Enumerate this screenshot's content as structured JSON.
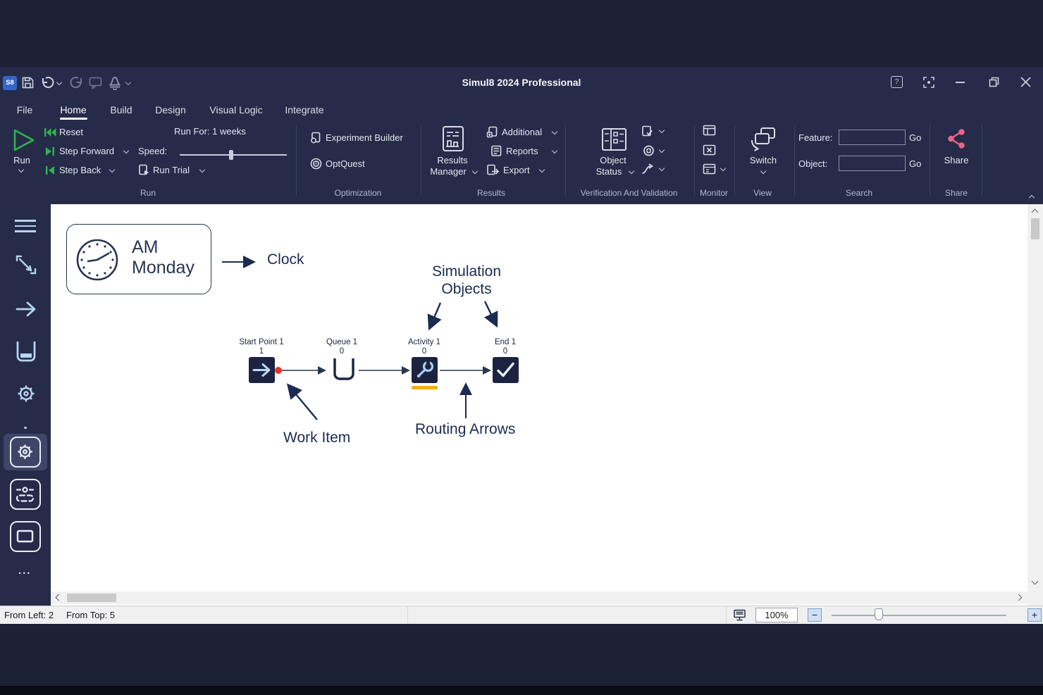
{
  "colors": {
    "chrome_bg": "#262b49",
    "letterbox_bg": "#1c2136",
    "canvas_bg": "#ffffff",
    "accent_green": "#2eb44b",
    "accent_pink": "#ed6488",
    "accent_yellow": "#eeb111",
    "work_item_red": "#e5362b",
    "object_navy": "#1c2340",
    "annotation_navy": "#1c2b52"
  },
  "titlebar": {
    "logo": "S8",
    "title": "Simul8 2024 Professional",
    "help_glyph": "?"
  },
  "menu": {
    "tabs": [
      {
        "label": "File",
        "active": false
      },
      {
        "label": "Home",
        "active": true
      },
      {
        "label": "Build",
        "active": false
      },
      {
        "label": "Design",
        "active": false
      },
      {
        "label": "Visual Logic",
        "active": false
      },
      {
        "label": "Integrate",
        "active": false
      }
    ]
  },
  "ribbon": {
    "run": {
      "group_label": "Run",
      "run_button": "Run",
      "reset": "Reset",
      "step_forward": "Step Forward",
      "step_back": "Step Back",
      "run_for": "Run For: 1 weeks",
      "speed_label": "Speed:",
      "run_trial": "Run Trial"
    },
    "optimization": {
      "group_label": "Optimization",
      "experiment_builder": "Experiment Builder",
      "optquest": "OptQuest"
    },
    "results": {
      "group_label": "Results",
      "manager_line1": "Results",
      "manager_line2": "Manager",
      "additional": "Additional",
      "reports": "Reports",
      "export": "Export"
    },
    "verification": {
      "group_label": "Verification And Validation",
      "object_status_line1": "Object",
      "object_status_line2": "Status"
    },
    "monitor": {
      "group_label": "Monitor"
    },
    "view": {
      "group_label": "View",
      "switch": "Switch"
    },
    "search": {
      "group_label": "Search",
      "feature_label": "Feature:",
      "feature_value": "",
      "go_feature": "Go",
      "object_label": "Object:",
      "object_value": "",
      "go_object": "Go"
    },
    "share": {
      "group_label": "Share",
      "share": "Share"
    }
  },
  "sidebar": {
    "more": "..."
  },
  "canvas": {
    "clock": {
      "line1": "AM",
      "line2": "Monday",
      "label": "Clock"
    },
    "annotations": {
      "sim_line1": "Simulation",
      "sim_line2": "Objects",
      "work_item": "Work Item",
      "routing_arrows": "Routing Arrows"
    },
    "objects": [
      {
        "name": "Start Point 1",
        "count": "1"
      },
      {
        "name": "Queue 1",
        "count": "0"
      },
      {
        "name": "Activity 1",
        "count": "0"
      },
      {
        "name": "End 1",
        "count": "0"
      }
    ]
  },
  "statusbar": {
    "from_left": "From Left: 2",
    "from_top": "From Top: 5",
    "zoom_value": "100%",
    "zoom_out": "−",
    "zoom_in": "+"
  }
}
